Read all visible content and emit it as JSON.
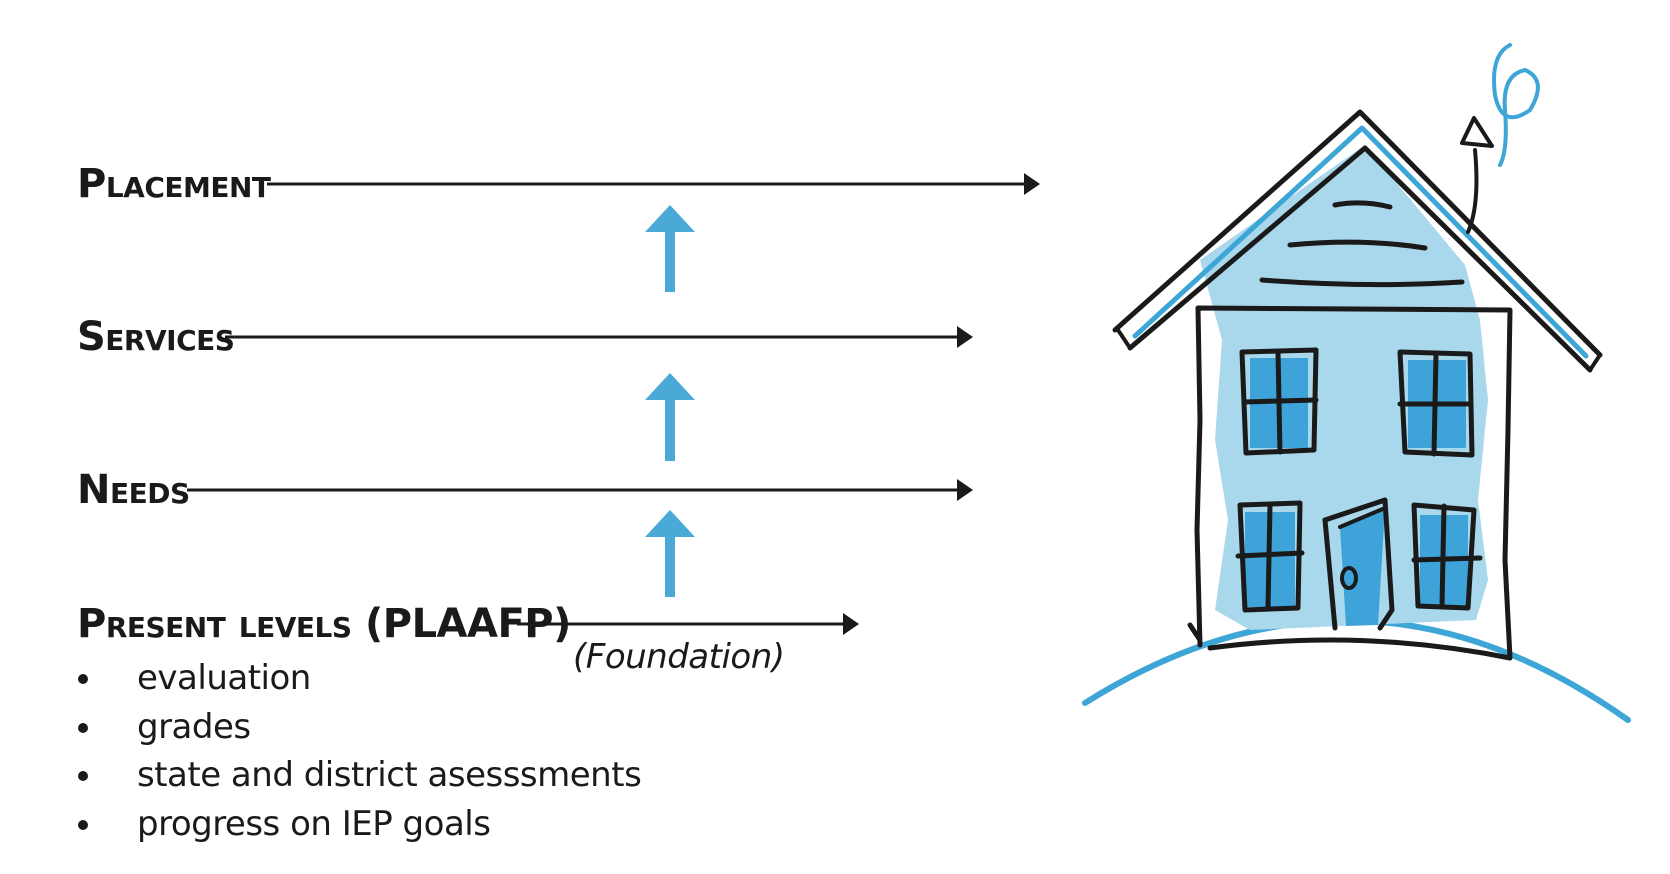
{
  "diagram": {
    "levels": [
      {
        "key": "placement",
        "label": "Placement"
      },
      {
        "key": "services",
        "label": "Services"
      },
      {
        "key": "needs",
        "label": "Needs"
      },
      {
        "key": "present",
        "label": "Present levels",
        "suffix": "(PLAAFP)"
      }
    ],
    "foundation_label": "(Foundation)",
    "bullets": [
      "evaluation",
      "grades",
      "state and district asesssments",
      "progress on IEP goals"
    ]
  },
  "colors": {
    "line": "#1a1a1a",
    "accent_arrow": "#4aa9d6",
    "house_fill": "#a9d8ec",
    "window_fill": "#3ea3d8",
    "ground": "#3ea6d6"
  }
}
